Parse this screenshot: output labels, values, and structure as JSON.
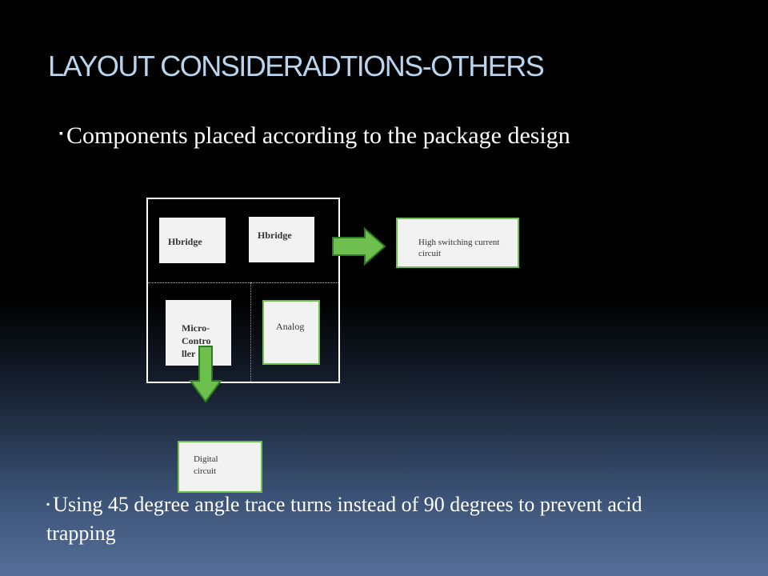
{
  "slide": {
    "title": "LAYOUT CONSIDERADTIONS-OTHERS",
    "bullet_marker": "▪",
    "bullets": [
      "Components placed according to the package design",
      "Using 45 degree angle trace turns instead of 90 degrees to prevent acid trapping"
    ]
  },
  "diagram": {
    "hbridge_left": "Hbridge",
    "hbridge_right": "Hbridge",
    "microcontroller": "Micro-Contro ller",
    "analog": "Analog",
    "high_switching": "High switching current circuit",
    "digital": "Digital circuit",
    "colors": {
      "arrow_fill": "#6dbf4e",
      "arrow_stroke": "#2f7a22",
      "box_fill": "#f2f2f2",
      "title": "#b9d5ee"
    }
  }
}
